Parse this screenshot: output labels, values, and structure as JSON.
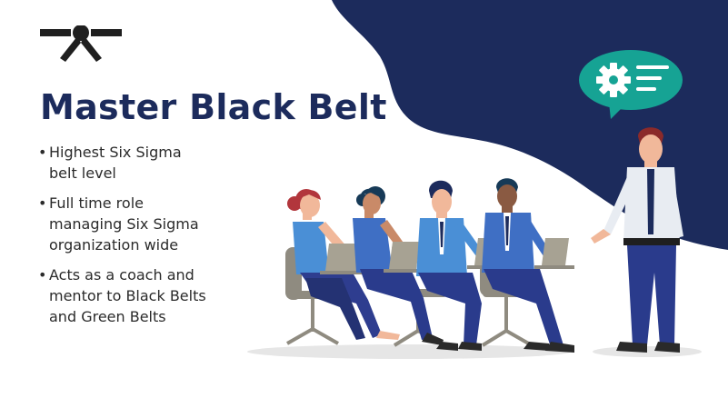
{
  "slide": {
    "title": "Master Black Belt",
    "bullet_marker": "•",
    "bullets": [
      {
        "lines": [
          "Highest Six Sigma",
          "belt level"
        ]
      },
      {
        "lines": [
          "Full time role",
          "managing Six Sigma",
          "organization wide"
        ]
      },
      {
        "lines": [
          "Acts as a coach and",
          "mentor to Black Belts",
          "and Green Belts"
        ]
      }
    ]
  },
  "colors": {
    "navy": "#1c2b5c",
    "teal": "#16a394",
    "white": "#ffffff",
    "text": "#2b2b2b"
  },
  "icons": [
    "black-belt-logo-icon",
    "gear-icon",
    "speech-bubble-icon"
  ]
}
